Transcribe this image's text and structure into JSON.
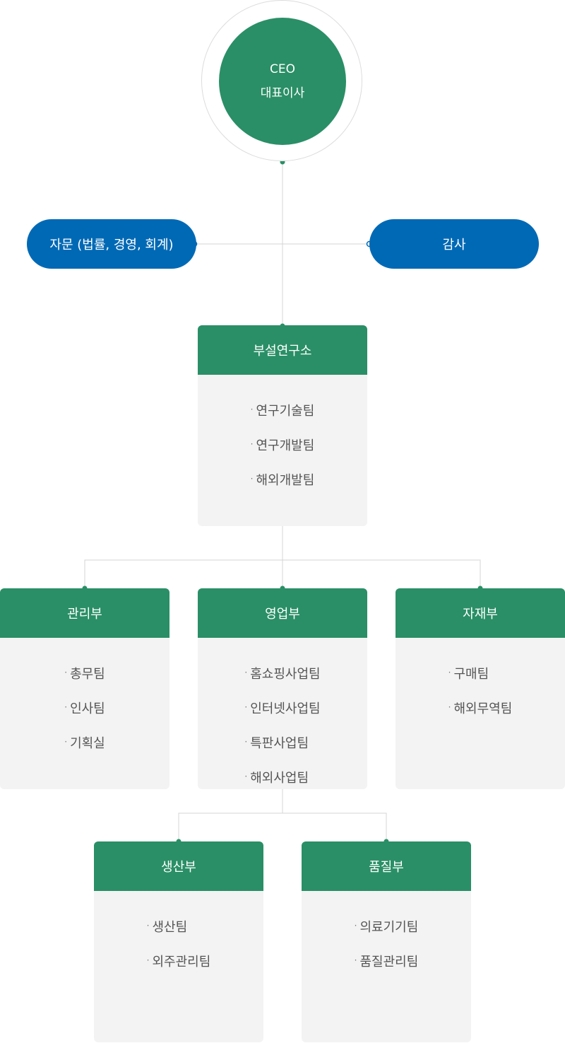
{
  "ceo": {
    "title": "CEO",
    "subtitle": "대표이사"
  },
  "advisory": {
    "label": "자문 (법률, 경영, 회계)"
  },
  "audit": {
    "label": "감사"
  },
  "research": {
    "title": "부설연구소",
    "items": [
      "연구기술팀",
      "연구개발팀",
      "해외개발팀"
    ]
  },
  "departments": [
    {
      "title": "관리부",
      "items": [
        "총무팀",
        "인사팀",
        "기획실"
      ]
    },
    {
      "title": "영업부",
      "items": [
        "홈쇼핑사업팀",
        "인터넷사업팀",
        "특판사업팀",
        "해외사업팀"
      ]
    },
    {
      "title": "자재부",
      "items": [
        "구매팀",
        "해외무역팀"
      ]
    }
  ],
  "subdepartments": [
    {
      "title": "생산부",
      "items": [
        "생산팀",
        "외주관리팀"
      ]
    },
    {
      "title": "품질부",
      "items": [
        "의료기기팀",
        "품질관리팀"
      ]
    }
  ],
  "colors": {
    "green": "#2a8f66",
    "blue": "#0069b5",
    "box_bg": "#f3f3f3",
    "line": "#d4d4d4"
  }
}
